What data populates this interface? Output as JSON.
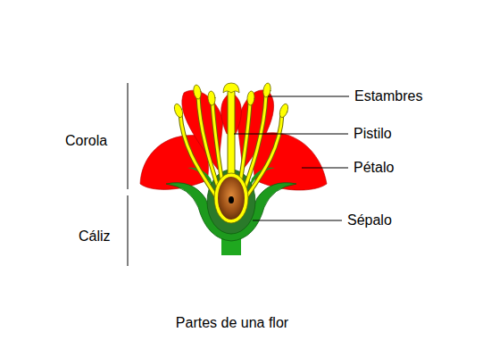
{
  "diagram": {
    "caption": "Partes de una flor",
    "labels": [
      "Corola",
      "Cáliz",
      "Estambres",
      "Pistilo",
      "Pétalo",
      "Sépalo"
    ]
  }
}
